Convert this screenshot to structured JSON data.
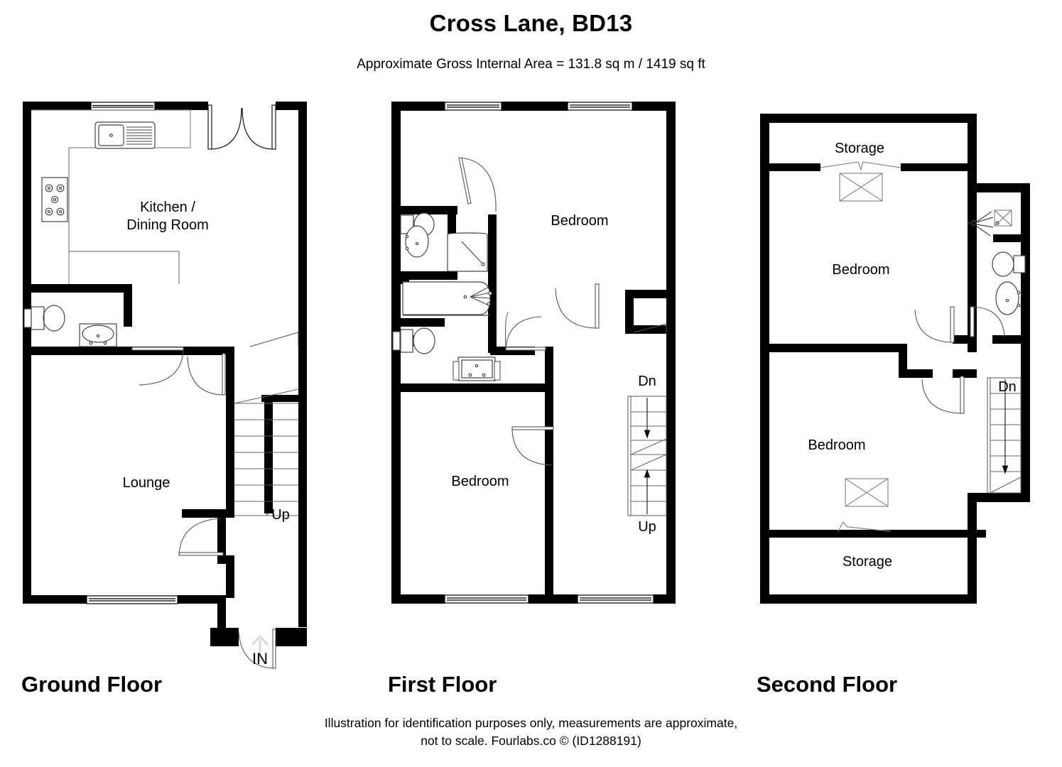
{
  "header": {
    "title": "Cross Lane, BD13",
    "area_line": "Approximate Gross Internal Area = 131.8 sq m / 1419 sq ft"
  },
  "footer": {
    "line1": "Illustration for identification purposes only, measurements are approximate,",
    "line2": "not to scale. Fourlabs.co © (ID1288191)"
  },
  "floors": [
    {
      "id": "ground",
      "label": "Ground Floor",
      "rooms": [
        {
          "name": "kitchen-dining-room",
          "label_line1": "Kitchen /",
          "label_line2": "Dining Room"
        },
        {
          "name": "lounge",
          "label_line1": "Lounge",
          "label_line2": ""
        }
      ],
      "markers": [
        {
          "name": "stair-up-marker",
          "text": "Up"
        },
        {
          "name": "entrance-marker",
          "text": "IN"
        }
      ],
      "fixtures": [
        "sink-icon",
        "hob-icon",
        "toilet-icon",
        "basin-icon",
        "stairs-icon",
        "window-icon",
        "french-door-icon",
        "door-icon",
        "entrance-door-icon"
      ]
    },
    {
      "id": "first",
      "label": "First Floor",
      "rooms": [
        {
          "name": "bedroom-front",
          "label_line1": "Bedroom",
          "label_line2": ""
        },
        {
          "name": "bedroom-rear",
          "label_line1": "Bedroom",
          "label_line2": ""
        }
      ],
      "markers": [
        {
          "name": "stair-down-marker",
          "text": "Dn"
        },
        {
          "name": "stair-up-marker",
          "text": "Up"
        }
      ],
      "fixtures": [
        "toilet-icon",
        "basin-icon",
        "shower-icon",
        "bath-icon",
        "stairs-icon",
        "window-icon",
        "door-icon"
      ]
    },
    {
      "id": "second",
      "label": "Second Floor",
      "rooms": [
        {
          "name": "storage-top",
          "label_line1": "Storage",
          "label_line2": ""
        },
        {
          "name": "bedroom-top",
          "label_line1": "Bedroom",
          "label_line2": ""
        },
        {
          "name": "bedroom-bottom",
          "label_line1": "Bedroom",
          "label_line2": ""
        },
        {
          "name": "storage-bottom",
          "label_line1": "Storage",
          "label_line2": ""
        }
      ],
      "markers": [
        {
          "name": "stair-down-marker",
          "text": "Dn"
        }
      ],
      "fixtures": [
        "velux-icon",
        "shower-icon",
        "toilet-icon",
        "basin-icon",
        "stairs-icon",
        "door-icon"
      ]
    }
  ],
  "colors": {
    "wall": "#000000",
    "fixture_line": "#1a1a1a",
    "background": "#ffffff",
    "in_arrow": "#d9d9d9"
  }
}
